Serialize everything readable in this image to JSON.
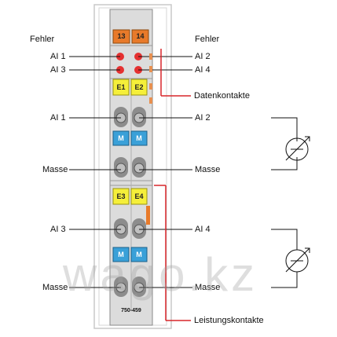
{
  "left_labels": {
    "fehler": "Fehler",
    "ai1_led": "AI 1",
    "ai3_led": "AI 3",
    "ai1": "AI 1",
    "masse_top": "Masse",
    "ai3": "AI 3",
    "masse_bottom": "Masse"
  },
  "right_labels": {
    "fehler": "Fehler",
    "ai2_led": "AI 2",
    "ai4_led": "AI 4",
    "datenkontakte": "Datenkontakte",
    "ai2": "AI 2",
    "masse_top": "Masse",
    "ai4": "AI 4",
    "masse_bottom": "Masse",
    "leistungskontakte": "Leistungskontakte"
  },
  "module": {
    "pill_13": "13",
    "pill_14": "14",
    "pill_e1": "E1",
    "pill_e2": "E2",
    "pill_e3": "E3",
    "pill_e4": "E4",
    "pill_m1": "M",
    "pill_m2": "M",
    "pill_m3": "M",
    "pill_m4": "M",
    "part_number": "750-459"
  },
  "watermark": "wago.kz",
  "colors": {
    "orange": "#e87a2a",
    "yellow": "#f5ef3a",
    "blue": "#3aa0d8",
    "led_red": "#e53030",
    "contact_red": "#d9262a"
  }
}
